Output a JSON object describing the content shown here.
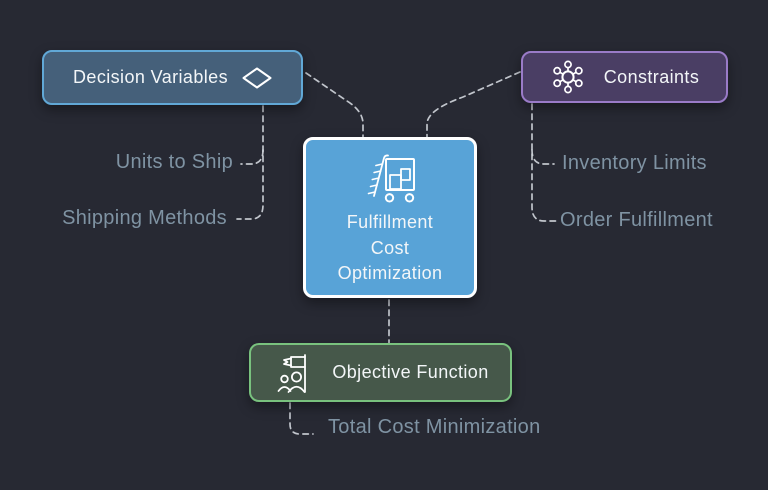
{
  "colors": {
    "background": "#272933",
    "line": "#ced3d9",
    "leaf_text": "#7f93a3",
    "decision_variables": {
      "fill": "#45607a",
      "border": "#61a8d6"
    },
    "constraints": {
      "fill": "#4a3e64",
      "border": "#9a7bc8"
    },
    "center": {
      "fill": "#58a3d7",
      "border": "#ffffff"
    },
    "objective_function": {
      "fill": "#46584a",
      "border": "#79c27e"
    }
  },
  "nodes": {
    "decision_variables": {
      "label": "Decision Variables",
      "icon": "diamond-icon"
    },
    "constraints": {
      "label": "Constraints",
      "icon": "molecule-network-icon"
    },
    "objective_function": {
      "label": "Objective Function",
      "icon": "team-goal-flag-icon"
    }
  },
  "center": {
    "lines": [
      "Fulfillment",
      "Cost",
      "Optimization"
    ],
    "icon": "delivery-cart-icon"
  },
  "leaves": {
    "units_to_ship": "Units to Ship",
    "shipping_methods": "Shipping Methods",
    "inventory_limits": "Inventory Limits",
    "order_fulfillment": "Order Fulfillment",
    "total_cost_minimization": "Total Cost Minimization"
  }
}
